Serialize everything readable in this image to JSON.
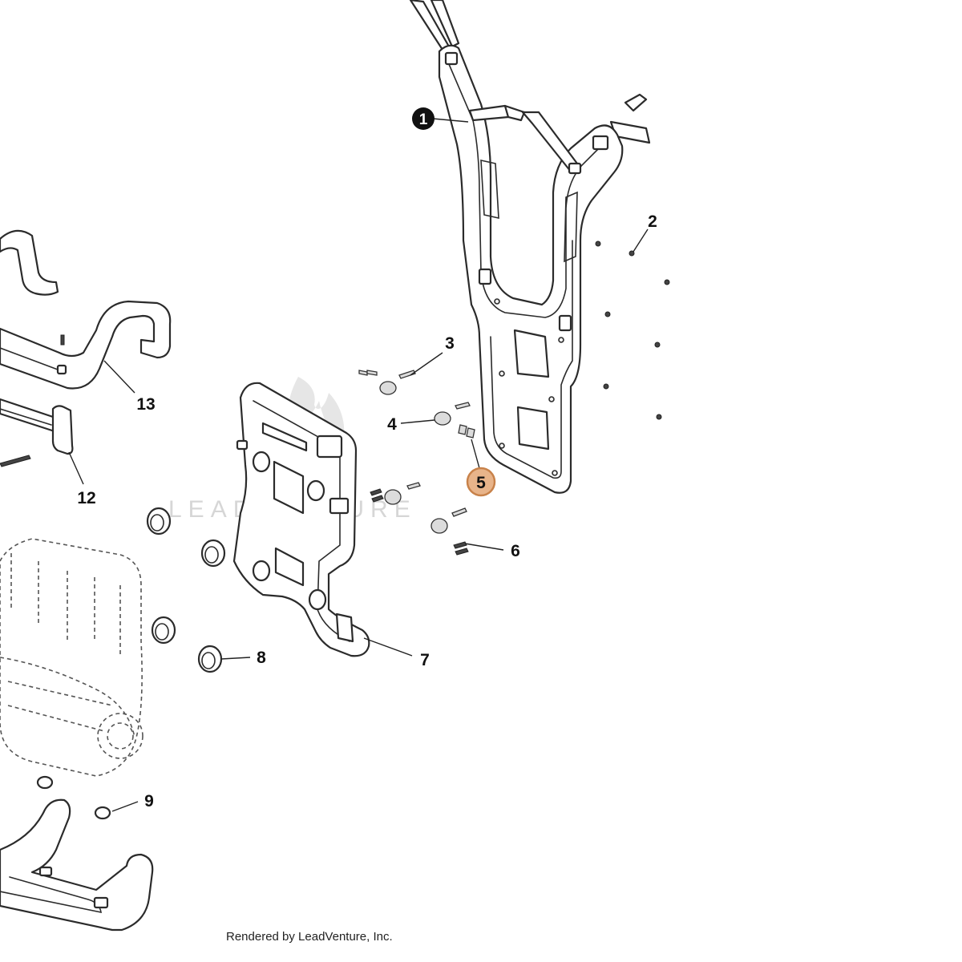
{
  "callouts": [
    {
      "id": "c1",
      "label": "1",
      "style": "filled-black"
    },
    {
      "id": "c2",
      "label": "2",
      "style": "plain"
    },
    {
      "id": "c3",
      "label": "3",
      "style": "plain"
    },
    {
      "id": "c4",
      "label": "4",
      "style": "plain"
    },
    {
      "id": "c5",
      "label": "5",
      "style": "highlighted"
    },
    {
      "id": "c6",
      "label": "6",
      "style": "plain"
    },
    {
      "id": "c7",
      "label": "7",
      "style": "plain"
    },
    {
      "id": "c8",
      "label": "8",
      "style": "plain"
    },
    {
      "id": "c9",
      "label": "9",
      "style": "plain"
    },
    {
      "id": "c12",
      "label": "12",
      "style": "plain"
    },
    {
      "id": "c13",
      "label": "13",
      "style": "plain"
    }
  ],
  "colors": {
    "highlight_fill": "#e8b48a",
    "highlight_stroke": "#c8824a",
    "filled_callout": "#111111",
    "line": "#2b2b2b"
  },
  "watermark": "LEADVENTURE",
  "footer": "Rendered by LeadVenture, Inc."
}
